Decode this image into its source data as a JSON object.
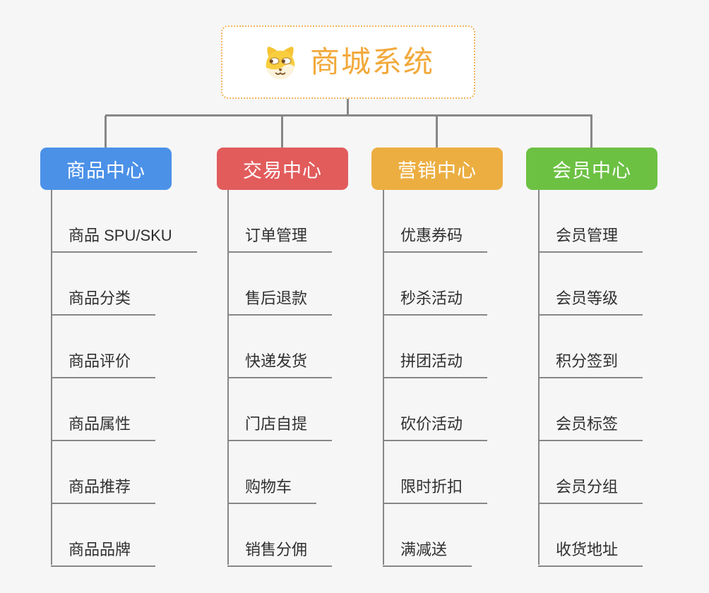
{
  "root": {
    "title": "商城系统",
    "icon": "shiba-dog-icon"
  },
  "theme": {
    "background": "#F6F6F6",
    "connector_color": "#878787",
    "root_text_color": "#F2A93B",
    "root_border_color": "#F2B45C",
    "item_text_color": "#303030",
    "node_text_color": "#FFFFFF"
  },
  "branches": [
    {
      "label": "商品中心",
      "color": "#4B91E8",
      "items": [
        "商品 SPU/SKU",
        "商品分类",
        "商品评价",
        "商品属性",
        "商品推荐",
        "商品品牌"
      ]
    },
    {
      "label": "交易中心",
      "color": "#E25C5C",
      "items": [
        "订单管理",
        "售后退款",
        "快递发货",
        "门店自提",
        "购物车",
        "销售分佣"
      ]
    },
    {
      "label": "营销中心",
      "color": "#ECAE41",
      "items": [
        "优惠券码",
        "秒杀活动",
        "拼团活动",
        "砍价活动",
        "限时折扣",
        "满减送"
      ]
    },
    {
      "label": "会员中心",
      "color": "#6CC143",
      "items": [
        "会员管理",
        "会员等级",
        "积分签到",
        "会员标签",
        "会员分组",
        "收货地址"
      ]
    }
  ]
}
